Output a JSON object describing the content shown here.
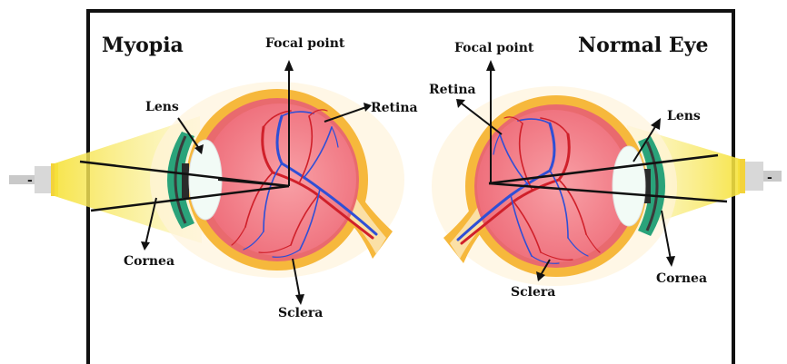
{
  "left_panel": {
    "title": "Myopia",
    "labels": {
      "focal_point": "Focal point",
      "retina": "Retina",
      "lens": "Lens",
      "cornea": "Cornea",
      "sclera": "Sclera"
    }
  },
  "right_panel": {
    "title": "Normal Eye",
    "labels": {
      "focal_point": "Focal point",
      "retina": "Retina",
      "lens": "Lens",
      "cornea": "Cornea",
      "sclera": "Sclera"
    }
  },
  "light_source_left": "-",
  "light_source_right": "-",
  "colors": {
    "sclera": "#f6b83c",
    "eye_interior": "#f47a84",
    "cornea": "#2aa37a",
    "lens": "#f2fbf6",
    "light_beam": "#f8e75e",
    "blood_red": "#d0202a",
    "blood_blue": "#2f4fd6"
  }
}
